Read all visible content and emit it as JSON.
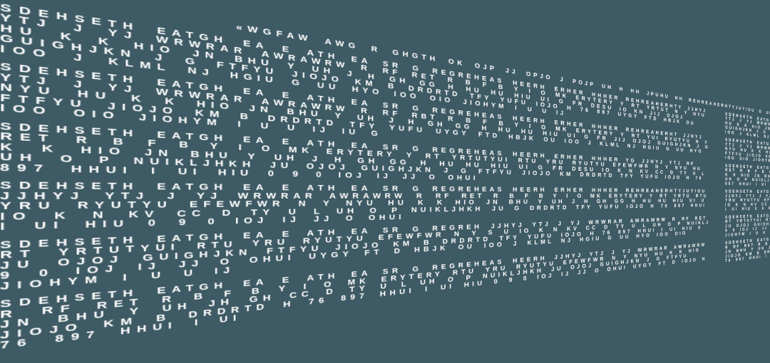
{
  "colors": {
    "background": "#3E5A64",
    "text": "#FFFFFF"
  },
  "plane": {
    "lead_line": "«WGFAW AWG R GHGTH OK OJP JJ OPJO J POJP UH H HH JPUHU HH REHREAHERHTYJUYIOU O UIOU O UI IOYG UYGY FTD HBJK OU IOO J KLML NJ HGIU G UU HYO IOO OIO JIOHYM I U U IJ IU G FR DESU IO KN KV CC D TY U L UH O P NJIKLJHKH JU OJOJ GUIGHJKN",
    "paragraphs": [
      "SDEHSETH EATGH EA E ATH EA SR G REGREHEAS HEERH ERHER HHHER REHREAHERHTY JJHYJ YTJ J YJ WRWRAR AWRAWRW R RF RET R B F B Y I O MK ERYTERY Y RT YRTUT N Y NYU HU K K HIO JN BHU Y UH J H GH GG H HU HU HIU UI G FR DESU IO KN JIJ OJOJ GUIGHJKN J G FTFYU JIOJO KM B DRDRTD TFY YUFU IOJO H 76 897 UYGY FTD HBJK OU IOO J KLML NJ HGIU G UU HYO IOO OIO JIOHYM I U U IJ",
      "SDEHSETH EATGH EA E ATH EA SR G REGREHEAS HEERH ERHER HHHER REHREAHERHT JJHYJ YTJ J YJ WRWRAR AWRAWRW R RF RBT R B F B Y I O MK ERYTERY Y RT YUI RYUTYU N Y NYU HU K K HIO JN BHU Y UH J H GH GG H HU HU HIU UI G FR JIJ OJOJ GUIGHJKN J G FTFYU JIOJO KM B DRDRTD TFY YUFU UYGY FTD HBJK OU IOO J KLML NJ HGIU G UU HYO IOO OIO JIOHYM I U U IJ IU G",
      "SDEHSETH EATGH EA E ATH EA SR G REGREHEAS HEERH ERHER HHHER YG JJHYJ YTJ RF RET R B F B Y I O MK ERYTERY Y RT YRTUTYUI RTU YRU RYUTYU EFEWFWR N Y NYU HU K K HIO JN BHU Y UH J H GH GG H HU HU HIU UI G FR DESU IO K N KV CC D TY U L UH O P NUIKLJHKH JU OJOJ GUIGHJKN J G FTFYU JIOJO KM DRDRTD TFY YUFU IOJO H 76 897 HHUI I UI HIU 0 9 0 IOJ IJ JJ O OHUI",
      "SDEHSETH EATGH EA E ATH EA SR G REGREHEAS HEERH ERHER HHHER REHREAHERHTYJUYIOU JJHYJ YTJ J YJ WRWRAR AWRAWRW R RF RET R B F B Y I O MK ERYTERY Y RT YRTU RTU YRU RYUTYU EFEWFWR N Y NYU HU K K HIO JN BHU Y UH J H GH GG H HU HU HIU UI U IO K N KV CC D TY U L UH O P NUIKLJHKH JU G DRDRTD TFY YUFU IOJO H 76 897 HHUI I UI HIU 0 9 0 IOJ IJ JJ O OHUI",
      "SDEHSETH EATGH EA E ATH EA SR G REGREH JJHYJ YTJ J YJ WRWRAR AWRAWRW R RF RET RT YRTUTYUI RTU YRU RYUTYU EFEWFWR N Y S U IO K N KV CC D TY U L UH O P NUIKLJ JU OJOJ GUIGHJKN FTFYU JIOJO KM B DRDRTD TFY YUFU IOJO H 76 897 HHUI I UI HIU 0 9 0 IOJ IJ JJ O OHUI UYGY FT D HBJK OU IOO J KLML NJ HGIU G UU HYO IOO OIO JIOHYM I U U IJ",
      "SDEHSETH EATGH EA E ATH EA SR G REGREHEAS HEERH JJHYJ YTJ J YJ WRWRAR AWRAWRW R RF RET R B F B Y I O MK ERYTERY RTU YRU RYUTYU EFEWFWR N Y NYU HU K K HIO JN BHU Y UH JH GH CC D TY U L UH O P NUIKLJHKH JU OJOJ GUIGHJKN J G FTFYU JIOJO KM B DRDRTD H 76 897 HHUI I UI HIU 0 9 0 IOJ IJ JJ O OHUI UYGY FT D IOJO H 76 897 HHUI I UI"
    ]
  }
}
